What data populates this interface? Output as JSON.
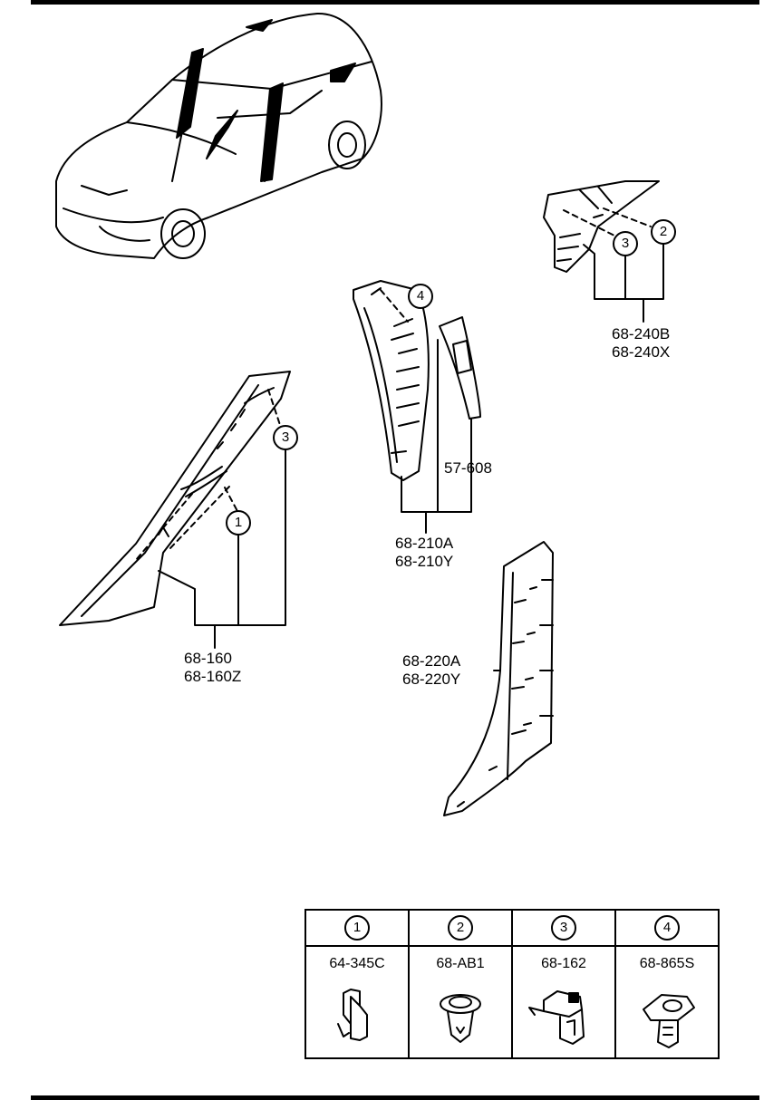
{
  "callouts": [
    {
      "id": "c1",
      "label": "1"
    },
    {
      "id": "c2",
      "label": "2"
    },
    {
      "id": "c3a",
      "label": "3"
    },
    {
      "id": "c3b",
      "label": "3"
    },
    {
      "id": "c4",
      "label": "4"
    }
  ],
  "parts": {
    "a_pillar": {
      "line1": "68-160",
      "line2": "68-160Z"
    },
    "b_upper": {
      "line1": "68-210A",
      "line2": "68-210Y"
    },
    "weatherstrip": {
      "line1": "57-608"
    },
    "b_lower": {
      "line1": "68-220A",
      "line2": "68-220Y"
    },
    "c_pillar": {
      "line1": "68-240B",
      "line2": "68-240X"
    }
  },
  "legend": [
    {
      "key": "1",
      "part": "64-345C",
      "icon": "metal-clip-icon"
    },
    {
      "key": "2",
      "part": "68-AB1",
      "icon": "push-pin-icon"
    },
    {
      "key": "3",
      "part": "68-162",
      "icon": "retainer-clip-icon"
    },
    {
      "key": "4",
      "part": "68-865S",
      "icon": "fastener-clip-icon"
    }
  ]
}
